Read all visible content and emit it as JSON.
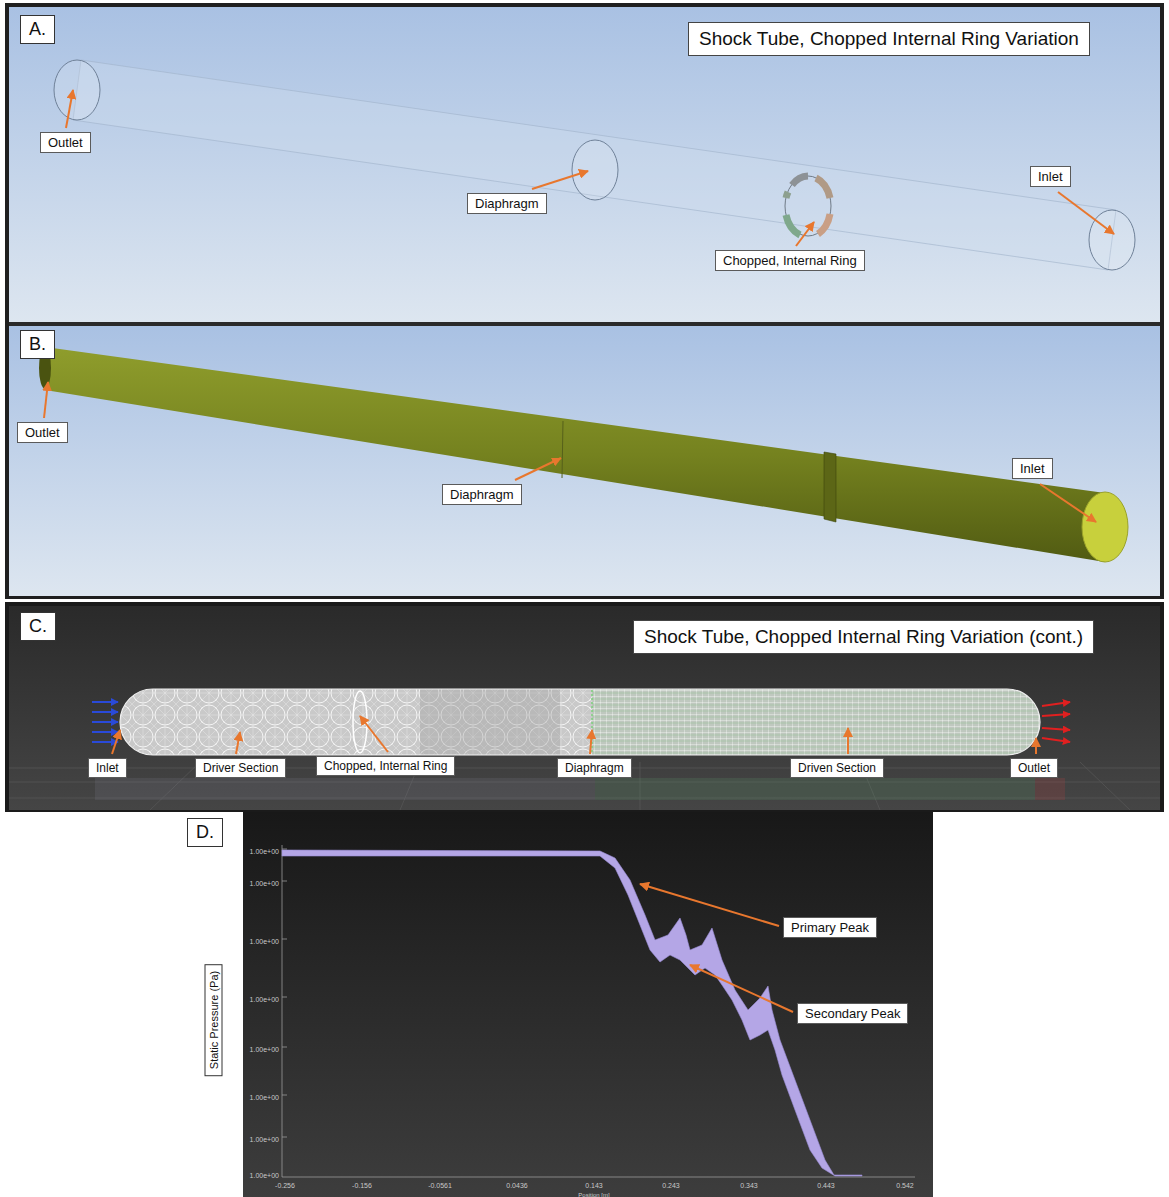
{
  "diagram": {
    "nodes": [
      {
        "text": [
          "A.",
          "Shock Tube, Chopped Internal Ring Variation"
        ]
      },
      {
        "text": [
          "B."
        ]
      },
      {
        "text": [
          "C.",
          "Shock Tube, Chopped Internal Ring Variation (cont.)"
        ]
      },
      {
        "text": [
          "D."
        ]
      }
    ],
    "labels": [
      "Outlet",
      "Diaphragm",
      "Chopped, Internal Ring",
      "Inlet",
      "Outlet",
      "Diaphragm",
      "Inlet",
      "Inlet",
      "Driver Section",
      "Chopped, Internal Ring",
      "Diaphragm",
      "Driven Section",
      "Outlet",
      "Primary Peak",
      "Secondary Peak",
      "Static Pressure (Pa)",
      "1.00e+00",
      "1.00e+00",
      "1.00e+00",
      "1.00e+00",
      "1.00e+00",
      "1.00e+00",
      "1.00e+00",
      "1.00e+00",
      "-0.256",
      "-0.156",
      "-0.0561",
      "0.0436",
      "0.143",
      "0.243",
      "0.343",
      "0.443",
      "0.542",
      "Position [m]"
    ]
  }
}
